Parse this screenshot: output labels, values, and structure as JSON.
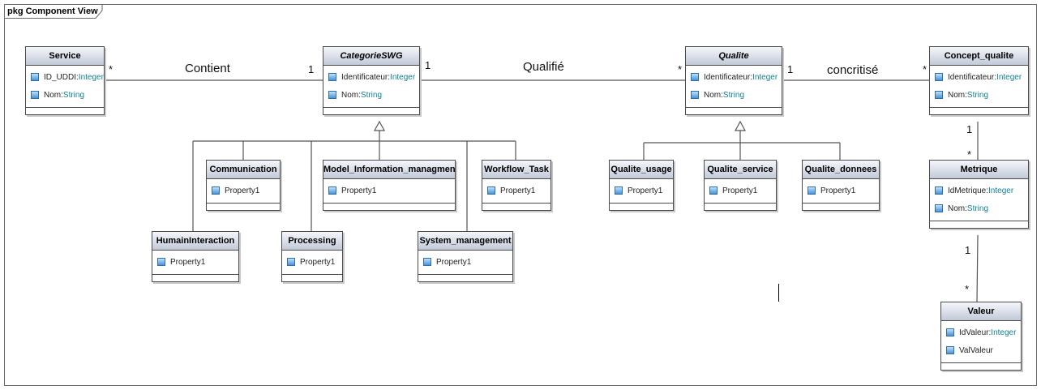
{
  "package": {
    "title": "pkg Component View"
  },
  "classes": {
    "service": {
      "name": "Service",
      "attrs": [
        {
          "name": "ID_UDDI",
          "type": "Integer"
        },
        {
          "name": "Nom",
          "type": "String"
        }
      ]
    },
    "categorieswg": {
      "name": "CategorieSWG",
      "attrs": [
        {
          "name": "Identificateur",
          "type": "Integer"
        },
        {
          "name": "Nom",
          "type": "String"
        }
      ]
    },
    "qualite": {
      "name": "Qualite",
      "attrs": [
        {
          "name": "Identificateur",
          "type": "Integer"
        },
        {
          "name": "Nom",
          "type": "String"
        }
      ]
    },
    "concept_qualite": {
      "name": "Concept_qualite",
      "attrs": [
        {
          "name": "Identificateur",
          "type": "Integer"
        },
        {
          "name": "Nom",
          "type": "String"
        }
      ]
    },
    "communication": {
      "name": "Communication",
      "attrs": [
        {
          "name": "Property1",
          "type": ""
        }
      ]
    },
    "model_information": {
      "name": "Model_Information_managment",
      "attrs": [
        {
          "name": "Property1",
          "type": ""
        }
      ]
    },
    "workflow_task": {
      "name": "Workflow_Task",
      "attrs": [
        {
          "name": "Property1",
          "type": ""
        }
      ]
    },
    "humain_interaction": {
      "name": "HumainInteraction",
      "attrs": [
        {
          "name": "Property1",
          "type": ""
        }
      ]
    },
    "processing": {
      "name": "Processing",
      "attrs": [
        {
          "name": "Property1",
          "type": ""
        }
      ]
    },
    "system_management": {
      "name": "System_management",
      "attrs": [
        {
          "name": "Property1",
          "type": ""
        }
      ]
    },
    "qualite_usage": {
      "name": "Qualite_usage",
      "attrs": [
        {
          "name": "Property1",
          "type": ""
        }
      ]
    },
    "qualite_service": {
      "name": "Qualite_service",
      "attrs": [
        {
          "name": "Property1",
          "type": ""
        }
      ]
    },
    "qualite_donnees": {
      "name": "Qualite_donnees",
      "attrs": [
        {
          "name": "Property1",
          "type": ""
        }
      ]
    },
    "metrique": {
      "name": "Metrique",
      "attrs": [
        {
          "name": "IdMetrique",
          "type": "Integer"
        },
        {
          "name": "Nom",
          "type": "String"
        }
      ]
    },
    "valeur": {
      "name": "Valeur",
      "attrs": [
        {
          "name": "IdValeur",
          "type": "Integer"
        },
        {
          "name": "ValValeur",
          "type": ""
        }
      ]
    }
  },
  "associations": {
    "contient": {
      "label": "Contient",
      "mult_source": "*",
      "mult_target": "1"
    },
    "qualifie": {
      "label": "Qualifié",
      "mult_source": "1",
      "mult_target": "*"
    },
    "concritise": {
      "label": "concritisé",
      "mult_source": "1",
      "mult_target": "*"
    },
    "concept_metrique": {
      "mult_source": "1",
      "mult_target": "*"
    },
    "metrique_valeur": {
      "mult_source": "1",
      "mult_target": "*"
    }
  },
  "colors": {
    "header_top": "#f4f6fb",
    "header_bottom": "#c2cad8",
    "type_text": "#138090",
    "attr_icon": "#4a93d6"
  }
}
